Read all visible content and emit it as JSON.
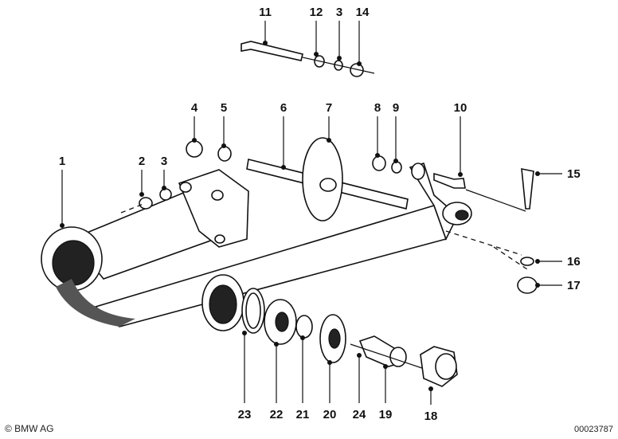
{
  "diagram": {
    "callouts": [
      "1",
      "2",
      "3",
      "3",
      "4",
      "5",
      "6",
      "7",
      "8",
      "9",
      "10",
      "11",
      "12",
      "14",
      "15",
      "16",
      "17",
      "18",
      "19",
      "20",
      "21",
      "22",
      "23",
      "24"
    ]
  },
  "footer": {
    "copyright": "© BMW AG",
    "document_number": "00023787"
  }
}
